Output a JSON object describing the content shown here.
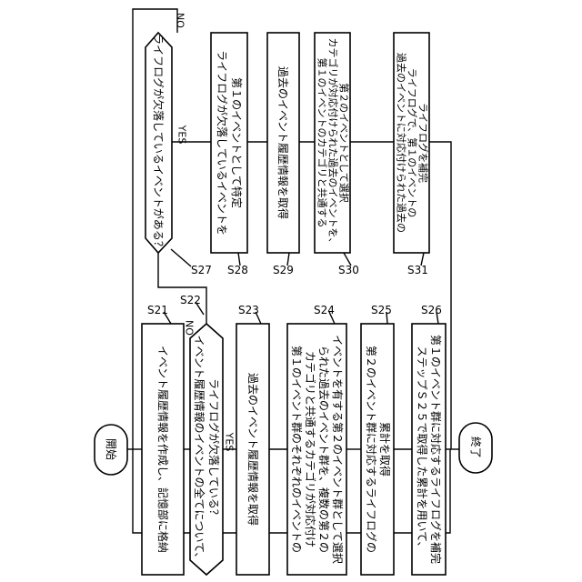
{
  "flowchart": {
    "start": "開始",
    "end": "終了",
    "s21": {
      "step": "S21",
      "text": "イベント履歴情報を作成し、記憶部に格納"
    },
    "s22": {
      "step": "S22",
      "line1": "イベント履歴情報のイベントの全てについて、",
      "line2": "ライフログが欠落している？",
      "yes": "YES",
      "no": "NO"
    },
    "s23": {
      "step": "S23",
      "text": "過去のイベント履歴情報を取得"
    },
    "s24": {
      "step": "S24",
      "line1": "第１のイベント群のそれぞれのイベントの",
      "line2": "カテゴリと共通するカテゴリが対応付け",
      "line3": "られた過去のイベント群を、複数の第２の",
      "line4": "イベントを有する第２のイベント群として選択"
    },
    "s25": {
      "step": "S25",
      "line1": "第２のイベント群に対応するライフログの",
      "line2": "累計を取得"
    },
    "s26": {
      "step": "S26",
      "line1": "ステップＳ２５で取得した累計を用いて、",
      "line2": "第１のイベント群に対応するライフログを補完"
    },
    "s27": {
      "step": "S27",
      "text": "ライフログが欠落しているイベントがある？",
      "yes": "YES",
      "no": "NO"
    },
    "s28": {
      "step": "S28",
      "line1": "ライフログが欠落しているイベントを",
      "line2": "第１のイベントとして特定"
    },
    "s29": {
      "step": "S29",
      "text": "過去のイベント履歴情報を取得"
    },
    "s30": {
      "step": "S30",
      "line1": "第１のイベントのカテゴリと共通する",
      "line2": "カテゴリが対応付けられた過去のイベントを、",
      "line3": "第２のイベントとして選択"
    },
    "s31": {
      "step": "S31",
      "line1": "過去のイベントに対応付けられた過去の",
      "line2": "ライフログで、第１のイベントの",
      "line3": "ライフログを補完"
    }
  }
}
